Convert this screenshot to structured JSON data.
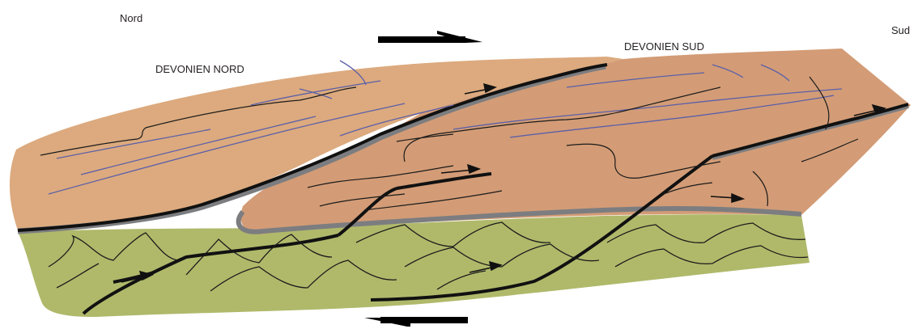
{
  "labels": {
    "nord": "Nord",
    "sud": "Sud",
    "devonien_nord": "DEVONIEN NORD",
    "devonien_sud": "DEVONIEN SUD"
  },
  "colors": {
    "upper_unit_light": "#dcaa7e",
    "upper_unit_dark": "#d39c76",
    "lower_unit": "#b0b96a",
    "gouge": "#7c7d80",
    "fault_line": "#111111",
    "bedding_line": "#5b5fa8",
    "fold_line": "#1b1b1b"
  }
}
